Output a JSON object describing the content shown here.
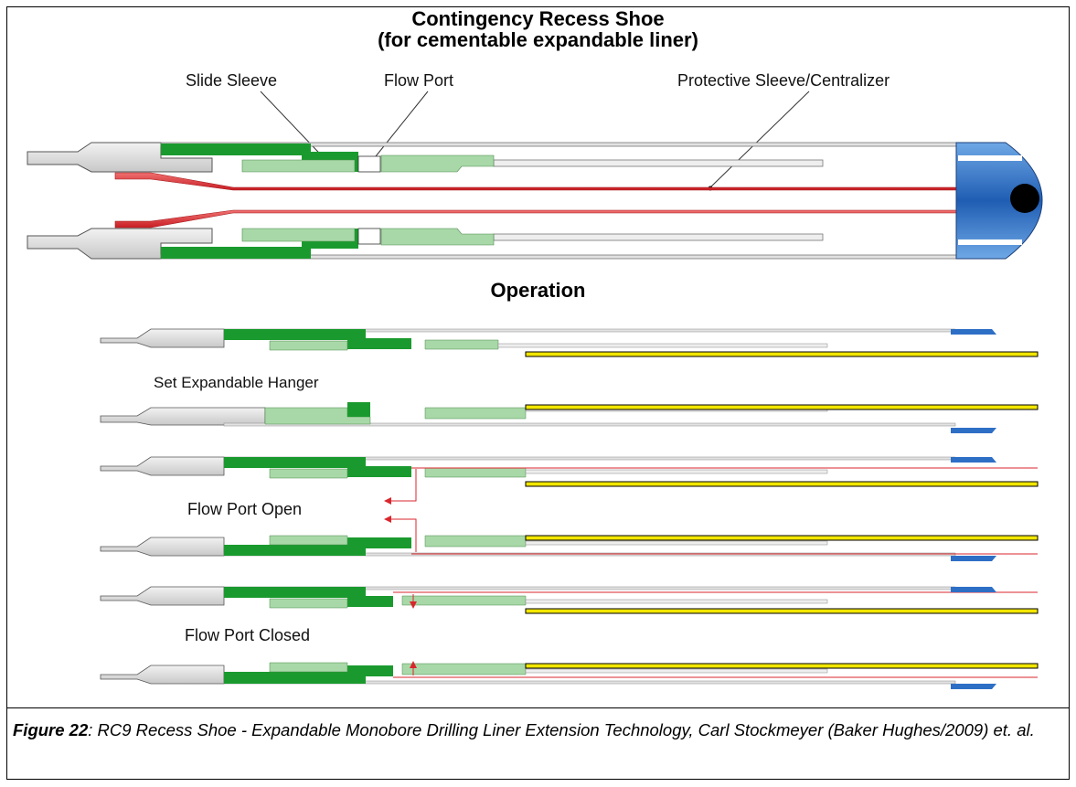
{
  "title_line1": "Contingency Recess Shoe",
  "title_line2": "(for cementable expandable liner)",
  "callouts": {
    "slide_sleeve": "Slide Sleeve",
    "flow_port": "Flow Port",
    "protective_sleeve": "Protective Sleeve/Centralizer"
  },
  "operation_heading": "Operation",
  "stage_labels": {
    "set_hanger": "Set Expandable Hanger",
    "port_open": "Flow Port Open",
    "port_closed": "Flow Port Closed"
  },
  "caption": {
    "figure_label": "Figure 22",
    "text": ": RC9 Recess Shoe - Expandable Monobore Drilling Liner Extension Technology, Carl Stockmeyer (Baker Hughes/2009) et. al."
  },
  "colors": {
    "sleeve_green": "#1a9a2e",
    "light_green": "#a8d8a8",
    "liner_red": "#d9262c",
    "shoe_blue": "#2e6fc6",
    "cement_yellow": "#f2e600",
    "body_grey": "#d9d9d9"
  }
}
